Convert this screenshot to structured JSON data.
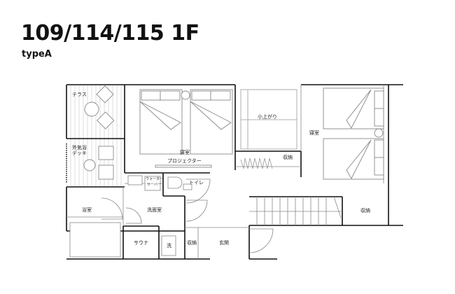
{
  "header": {
    "title": "109/114/115 1F",
    "subtitle": "typeA"
  },
  "rooms": {
    "terrace": "テラス",
    "outdoor_bath_deck_line1": "外気浴",
    "outdoor_bath_deck_line2": "デッキ",
    "bedroom_left": "寝室",
    "projector": "プロジェクター",
    "loft": "小上がり",
    "storage_mid": "収納",
    "bedroom_right": "寝室",
    "water_server_line1": "ウォーター",
    "water_server_line2": "サーバー",
    "toilet": "トイレ",
    "bathroom": "浴室",
    "washroom": "洗面室",
    "sauna": "サウナ",
    "washer": "洗",
    "storage_entry": "収納",
    "entrance": "玄関",
    "storage_stairs": "収納"
  },
  "colors": {
    "wall": "#111111",
    "fixture": "#999999",
    "deck_stripe": "#cfcfcf"
  }
}
